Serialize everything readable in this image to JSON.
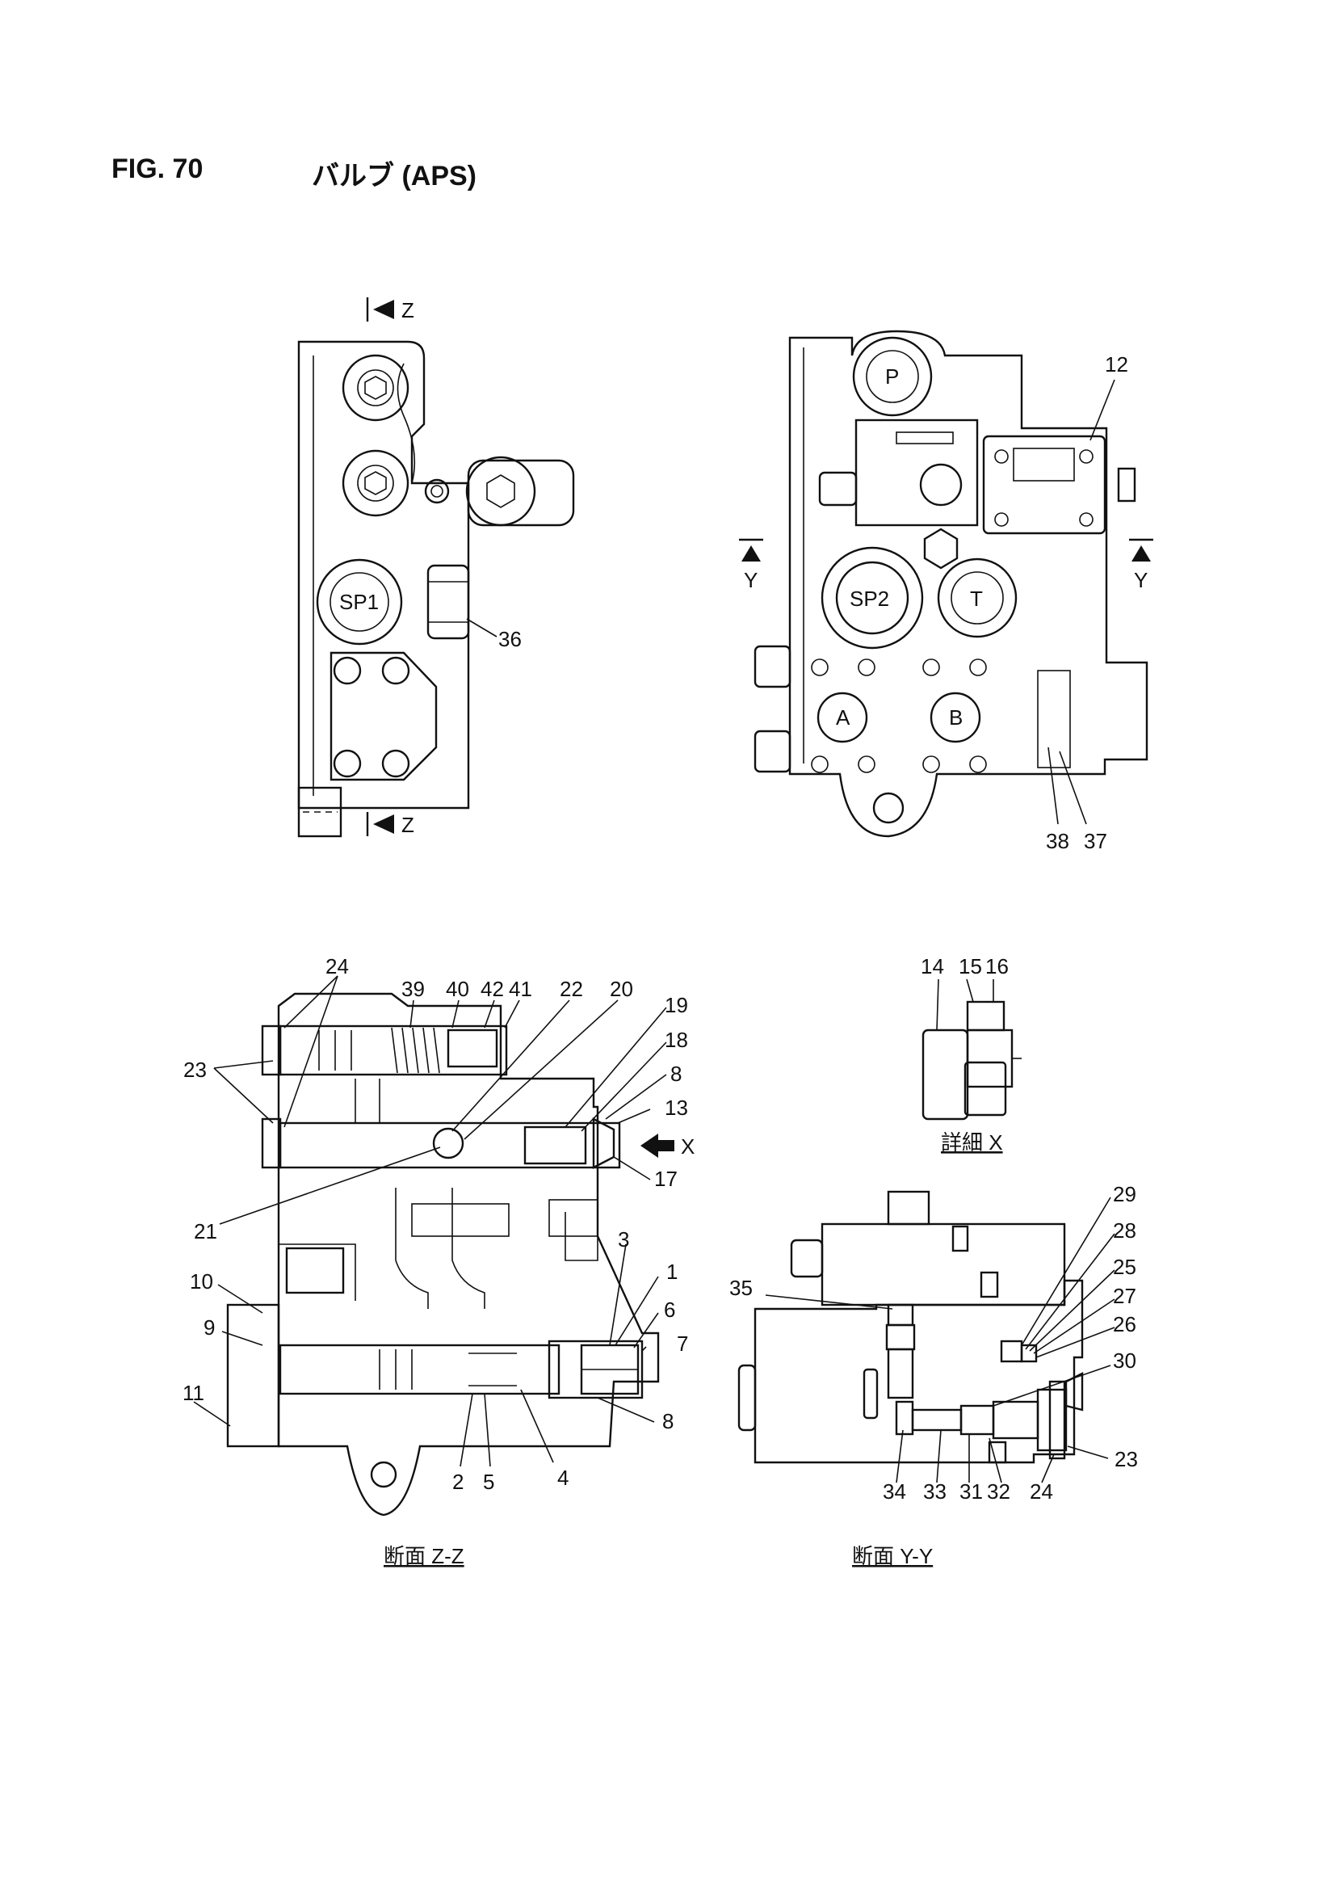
{
  "figure": {
    "number": "FIG. 70",
    "title": "バルブ (APS)"
  },
  "views": {
    "top_left": {
      "section_marker_top": "Z",
      "section_marker_bottom": "Z",
      "port_labels": [
        "SP1"
      ],
      "callouts": [
        "36"
      ]
    },
    "top_right": {
      "section_marker_left": "Y",
      "section_marker_right": "Y",
      "port_labels": [
        "P",
        "SP2",
        "T",
        "A",
        "B"
      ],
      "callouts": [
        "12",
        "38",
        "37"
      ]
    },
    "section_zz": {
      "caption": "断面 Z-Z",
      "detail_marker": "X",
      "callouts": [
        "24",
        "39",
        "40",
        "42",
        "41",
        "22",
        "20",
        "19",
        "18",
        "8",
        "13",
        "17",
        "23",
        "21",
        "3",
        "1",
        "6",
        "7",
        "10",
        "9",
        "11",
        "2",
        "5",
        "4",
        "8"
      ]
    },
    "detail_x": {
      "caption": "詳細 X",
      "callouts": [
        "14",
        "15",
        "16"
      ]
    },
    "section_yy": {
      "caption": "断面 Y-Y",
      "callouts": [
        "29",
        "28",
        "25",
        "27",
        "26",
        "30",
        "35",
        "23",
        "34",
        "33",
        "31",
        "32",
        "24"
      ]
    }
  }
}
